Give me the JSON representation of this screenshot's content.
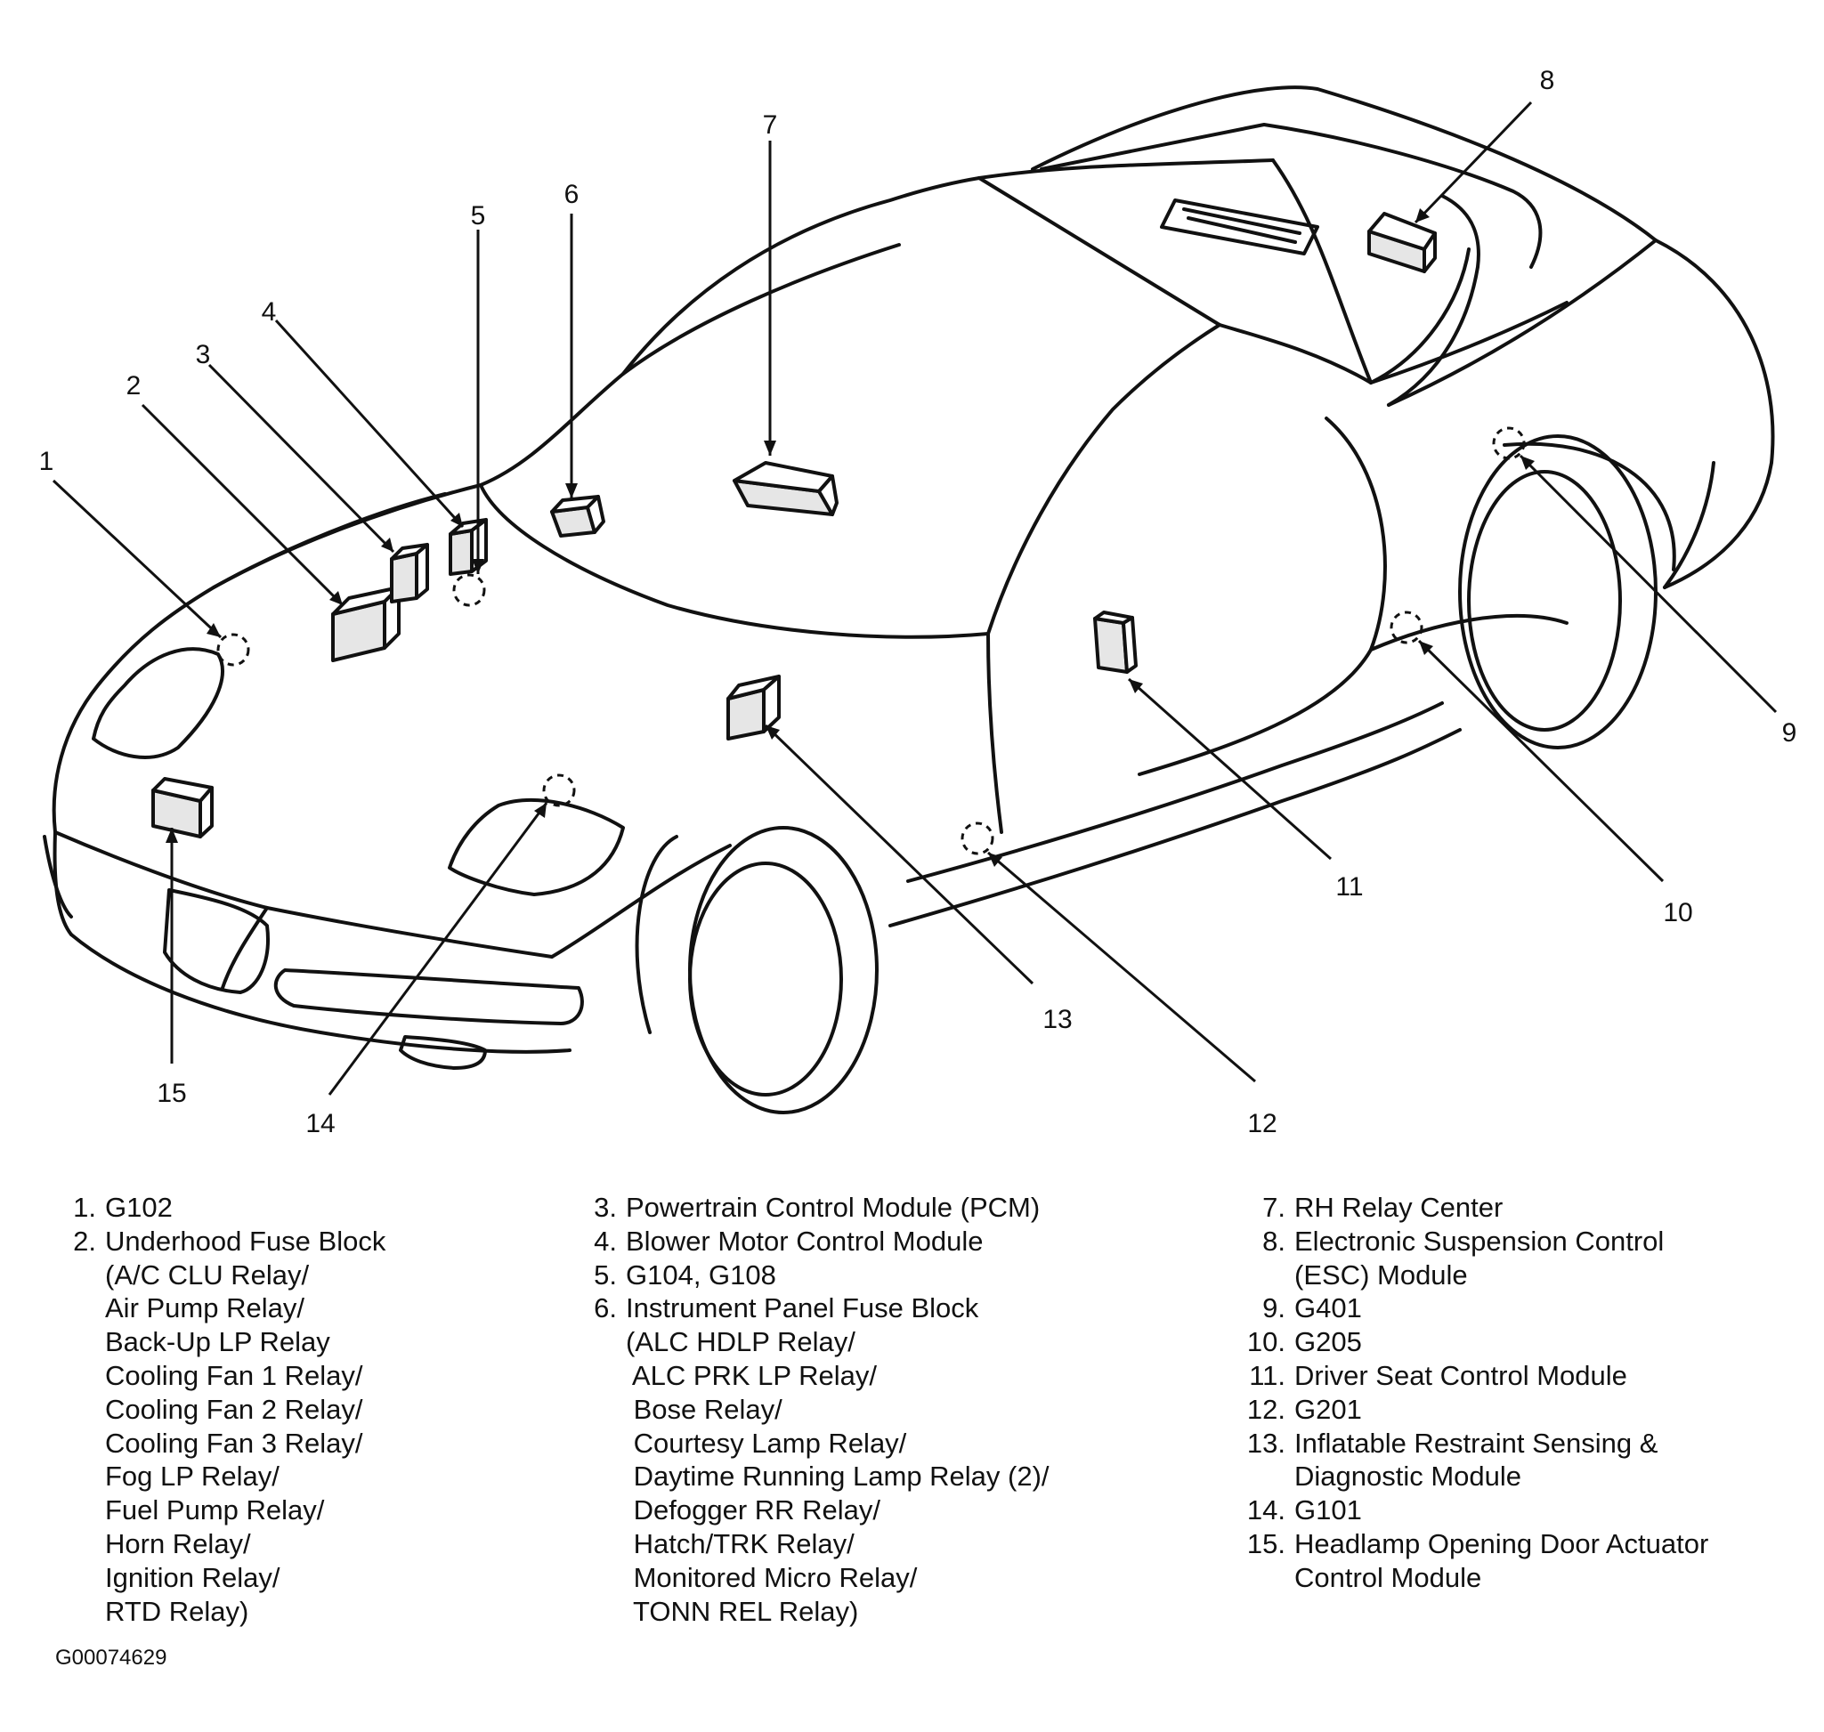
{
  "callouts": [
    "1",
    "2",
    "3",
    "4",
    "5",
    "6",
    "7",
    "8",
    "9",
    "10",
    "11",
    "12",
    "13",
    "14",
    "15"
  ],
  "legend": {
    "column1": [
      {
        "num": "1.",
        "lines": [
          "G102"
        ]
      },
      {
        "num": "2.",
        "lines": [
          "Underhood Fuse Block",
          "(A/C CLU Relay/",
          "Air Pump Relay/",
          "Back-Up LP Relay",
          "Cooling Fan 1 Relay/",
          "Cooling Fan 2 Relay/",
          "Cooling Fan 3 Relay/",
          "Fog LP Relay/",
          "Fuel Pump Relay/",
          "Horn Relay/",
          "Ignition Relay/",
          "RTD Relay)"
        ]
      }
    ],
    "column2": [
      {
        "num": "3.",
        "lines": [
          "Powertrain Control Module (PCM)"
        ]
      },
      {
        "num": "4.",
        "lines": [
          "Blower Motor Control Module"
        ]
      },
      {
        "num": "5.",
        "lines": [
          "G104, G108"
        ]
      },
      {
        "num": "6.",
        "lines": [
          "Instrument Panel Fuse Block",
          "(ALC HDLP Relay/",
          " ALC PRK LP Relay/",
          " Bose Relay/",
          " Courtesy Lamp Relay/",
          " Daytime Running Lamp Relay (2)/",
          " Defogger RR Relay/",
          " Hatch/TRK Relay/",
          " Monitored Micro Relay/",
          " TONN REL Relay)"
        ]
      }
    ],
    "column3": [
      {
        "num": "7.",
        "lines": [
          "RH Relay Center"
        ]
      },
      {
        "num": "8.",
        "lines": [
          "Electronic Suspension Control",
          "(ESC) Module"
        ]
      },
      {
        "num": "9.",
        "lines": [
          "G401"
        ]
      },
      {
        "num": "10.",
        "lines": [
          "G205"
        ]
      },
      {
        "num": "11.",
        "lines": [
          "Driver Seat Control Module"
        ]
      },
      {
        "num": "12.",
        "lines": [
          "G201"
        ]
      },
      {
        "num": "13.",
        "lines": [
          "Inflatable Restraint Sensing &",
          "Diagnostic Module"
        ]
      },
      {
        "num": "14.",
        "lines": [
          "G101"
        ]
      },
      {
        "num": "15.",
        "lines": [
          "Headlamp Opening Door Actuator",
          "Control Module"
        ]
      }
    ]
  },
  "figure_id": "G00074629"
}
